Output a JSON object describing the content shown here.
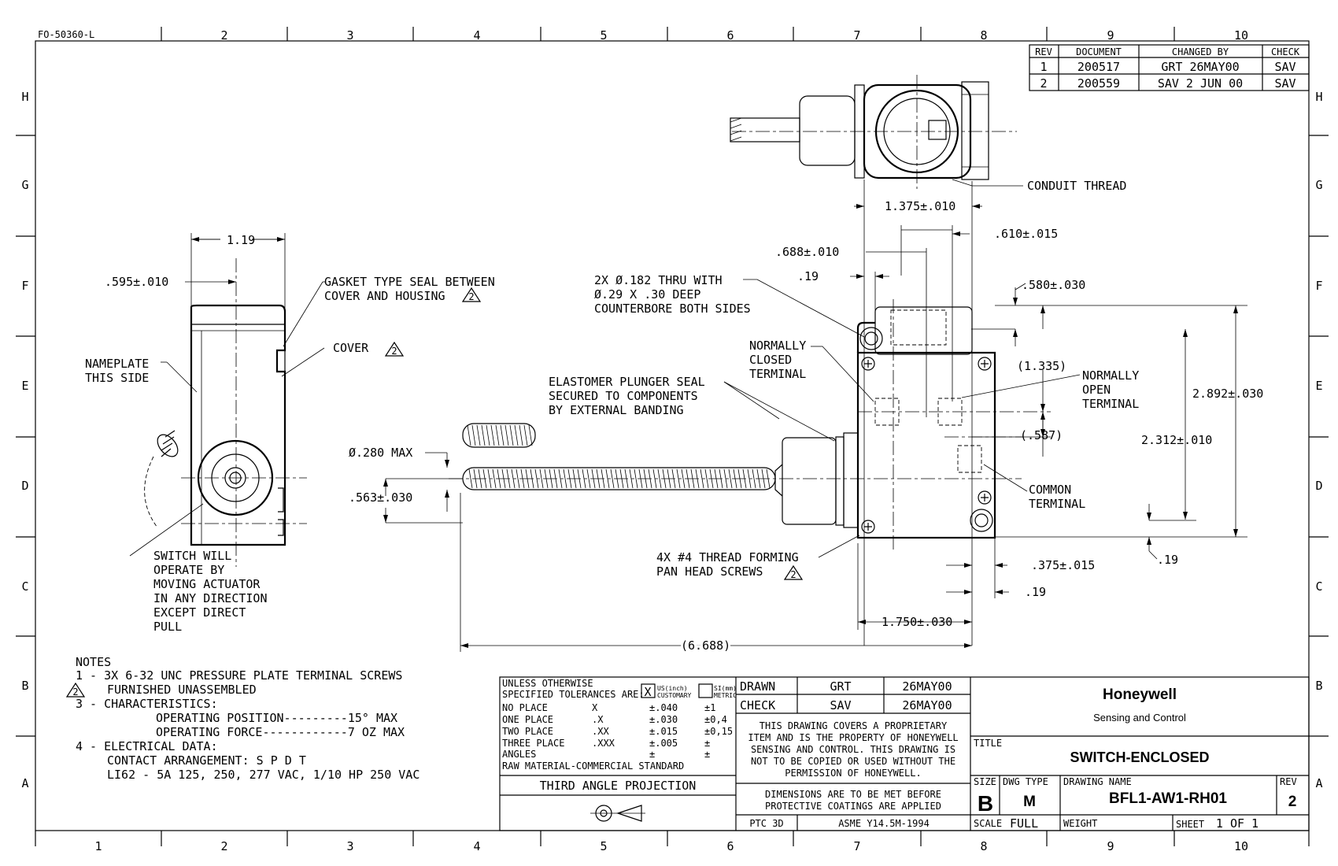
{
  "sheet": {
    "form_number": "FO-50360-L",
    "col_labels": [
      "2",
      "3",
      "4",
      "5",
      "6",
      "7",
      "8",
      "9",
      "10"
    ],
    "bottom_col_labels": [
      "1",
      "2",
      "3",
      "4",
      "5",
      "6",
      "7",
      "8",
      "9",
      "10"
    ],
    "row_labels": [
      "H",
      "G",
      "F",
      "E",
      "D",
      "C",
      "B",
      "A"
    ]
  },
  "revisions": {
    "headers": {
      "rev": "REV",
      "document": "DOCUMENT",
      "changed_by": "CHANGED BY",
      "check": "CHECK"
    },
    "rows": [
      {
        "rev": "1",
        "document": "200517",
        "changed_by": "GRT  26MAY00",
        "check": "SAV"
      },
      {
        "rev": "2",
        "document": "200559",
        "changed_by": "SAV 2 JUN 00",
        "check": "SAV"
      }
    ]
  },
  "callouts": {
    "conduit_thread": "CONDUIT THREAD",
    "gasket_1": "GASKET TYPE SEAL BETWEEN",
    "gasket_2": "COVER AND HOUSING",
    "cover": "COVER",
    "nameplate_1": "NAMEPLATE",
    "nameplate_2": "THIS SIDE",
    "thru_1": "2X Ø.182 THRU WITH",
    "thru_2": "Ø.29 X .30 DEEP",
    "thru_3": "COUNTERBORE BOTH SIDES",
    "nc_1": "NORMALLY",
    "nc_2": "CLOSED",
    "nc_3": "TERMINAL",
    "seal_1": "ELASTOMER PLUNGER SEAL",
    "seal_2": "SECURED TO COMPONENTS",
    "seal_3": "BY EXTERNAL BANDING",
    "no_1": "NORMALLY",
    "no_2": "OPEN",
    "no_3": "TERMINAL",
    "com_1": "COMMON",
    "com_2": "TERMINAL",
    "screws_1": "4X #4 THREAD FORMING",
    "screws_2": "PAN HEAD SCREWS",
    "operate_1": "SWITCH WILL",
    "operate_2": "OPERATE BY",
    "operate_3": "MOVING ACTUATOR",
    "operate_4": "IN ANY DIRECTION",
    "operate_5": "EXCEPT DIRECT",
    "operate_6": "PULL",
    "rev_flag": "2"
  },
  "dimensions": {
    "d1375": "1.375±.010",
    "d610": ".610±.015",
    "d688": ".688±.010",
    "d19a": ".19",
    "d580": ".580±.030",
    "d1335": "(1.335)",
    "d2892": "2.892±.030",
    "d587": "(.587)",
    "d2312": "2.312±.010",
    "d119": "1.19",
    "d595": ".595±.010",
    "d280": "Ø.280 MAX",
    "d563": ".563±.030",
    "d375": ".375±.015",
    "d19b": ".19",
    "d19c": ".19",
    "d1750": "1.750±.030",
    "d6688": "(6.688)"
  },
  "notes": {
    "title": "NOTES",
    "n1": "1 - 3X 6-32 UNC PRESSURE PLATE TERMINAL SCREWS",
    "n2": "FURNISHED UNASSEMBLED",
    "n3": "3 - CHARACTERISTICS:",
    "n3a": "OPERATING POSITION---------15° MAX",
    "n3b": "OPERATING FORCE------------7 OZ MAX",
    "n4": "4 - ELECTRICAL DATA:",
    "n4a": "CONTACT ARRANGEMENT: S P D T",
    "n4b": "LI62 - 5A 125, 250, 277 VAC, 1/10 HP 250 VAC"
  },
  "tolerances": {
    "line1": "UNLESS OTHERWISE",
    "line2": "SPECIFIED TOLERANCES ARE:",
    "us_box": "X",
    "us_1": "US(inch)",
    "us_2": "CUSTOMARY",
    "si_1": "SI(mm)",
    "si_2": "METRIC",
    "rows": [
      {
        "label": "NO PLACE",
        "fmt": "X",
        "in": "±.040",
        "mm": "±1"
      },
      {
        "label": "ONE PLACE",
        "fmt": ".X",
        "in": "±.030",
        "mm": "±0,4"
      },
      {
        "label": "TWO PLACE",
        "fmt": ".XX",
        "in": "±.015",
        "mm": "±0,15"
      },
      {
        "label": "THREE PLACE",
        "fmt": ".XXX",
        "in": "±.005",
        "mm": "±"
      },
      {
        "label": "ANGLES",
        "fmt": "",
        "in": "±",
        "mm": "±"
      }
    ],
    "material": "RAW MATERIAL-COMMERCIAL STANDARD",
    "projection": "THIRD ANGLE PROJECTION"
  },
  "approvals": {
    "drawn_label": "DRAWN",
    "drawn_by": "GRT",
    "drawn_date": "26MAY00",
    "check_label": "CHECK",
    "check_by": "SAV",
    "check_date": "26MAY00",
    "prop_1": "THIS DRAWING COVERS A PROPRIETARY",
    "prop_2": "ITEM AND IS THE PROPERTY OF HONEYWELL",
    "prop_3": "SENSING AND CONTROL.  THIS DRAWING IS",
    "prop_4": "NOT TO BE COPIED OR USED WITHOUT THE",
    "prop_5": "PERMISSION OF HONEYWELL.",
    "dim_1": "DIMENSIONS ARE TO BE MET BEFORE",
    "dim_2": "PROTECTIVE COATINGS ARE APPLIED",
    "ptc": "PTC 3D",
    "asme": "ASME Y14.5M-1994"
  },
  "title_block": {
    "company": "Honeywell",
    "division": "Sensing and Control",
    "title_label": "TITLE",
    "title": "SWITCH-ENCLOSED",
    "size_label": "SIZE",
    "size": "B",
    "dwg_type_label": "DWG TYPE",
    "dwg_type": "M",
    "drawing_name_label": "DRAWING NAME",
    "drawing_name": "BFL1-AW1-RH01",
    "rev_label": "REV",
    "rev": "2",
    "scale_label": "SCALE",
    "scale": "FULL",
    "weight_label": "WEIGHT",
    "sheet_label": "SHEET",
    "sheet": "1 OF 1"
  }
}
